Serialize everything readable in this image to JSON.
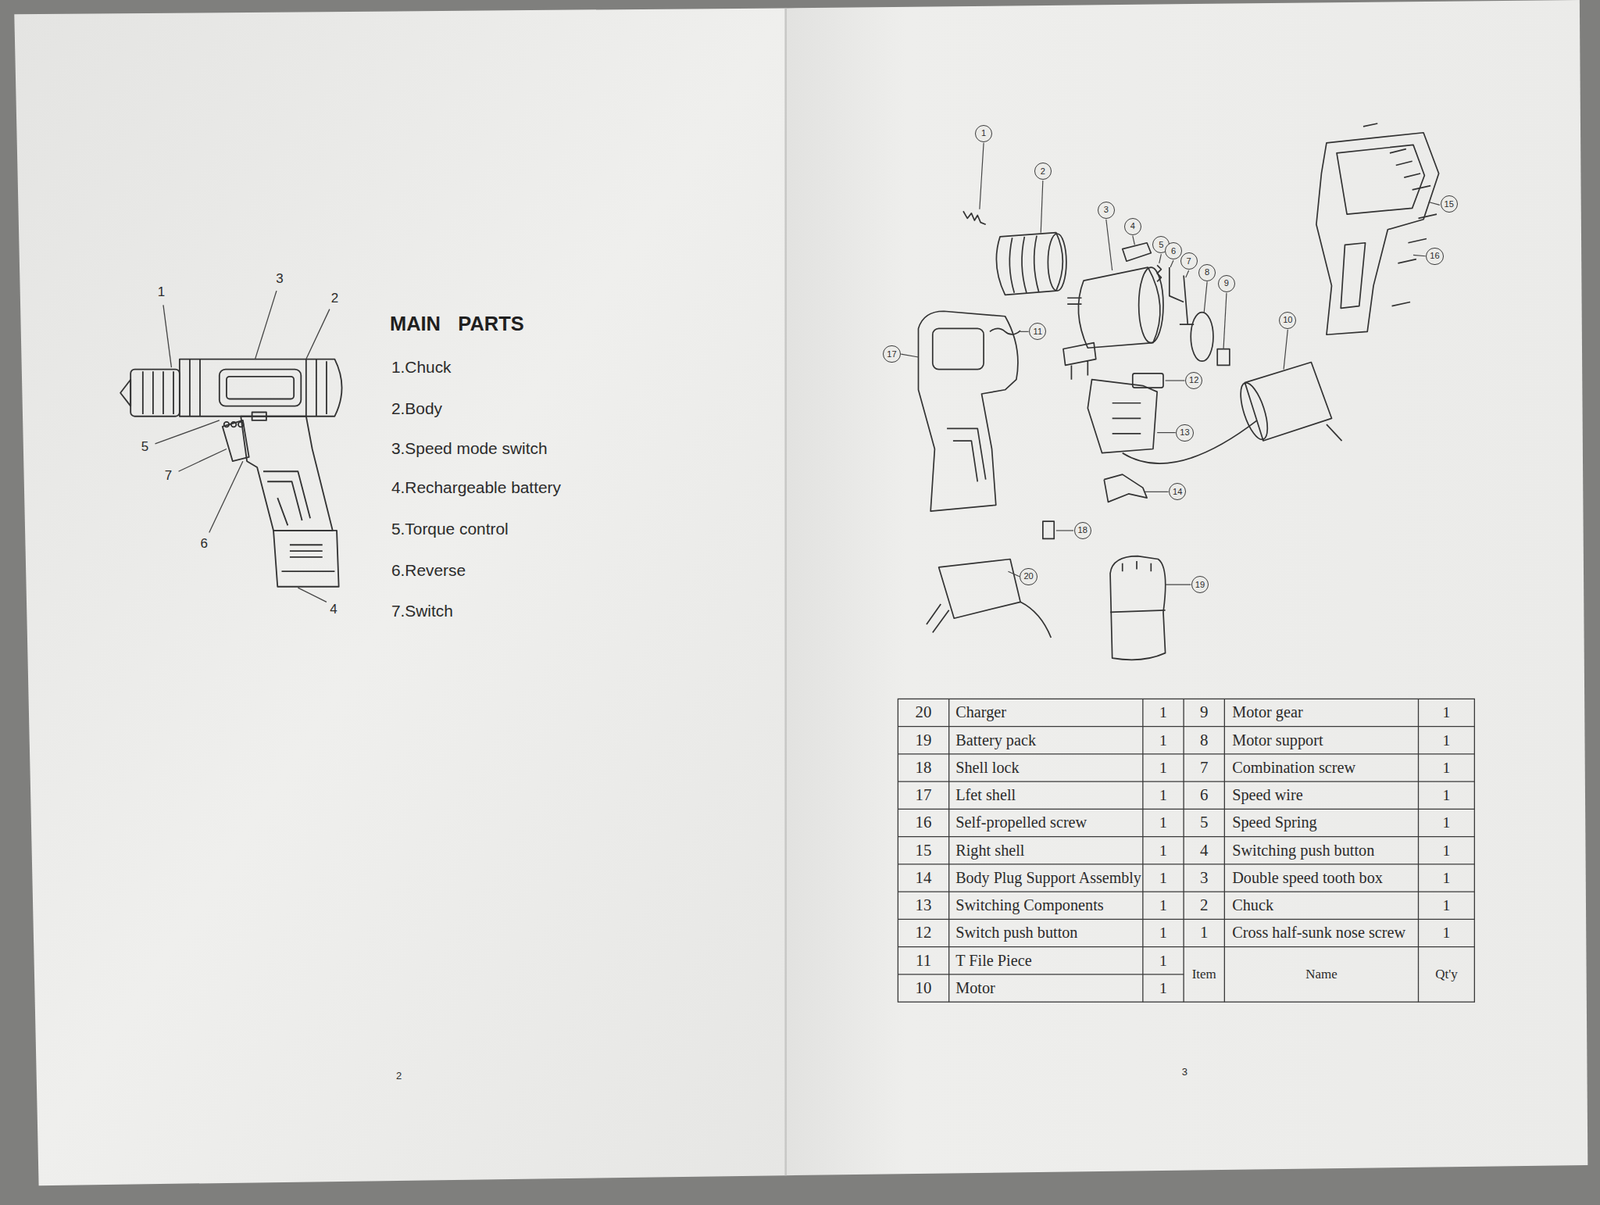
{
  "diagram": {
    "title": "MAIN PARTS",
    "nodes": [
      {
        "text": [
          "1"
        ]
      },
      {
        "text": [
          "2"
        ]
      },
      {
        "text": [
          "3"
        ]
      },
      {
        "text": [
          "4"
        ]
      },
      {
        "text": [
          "5"
        ]
      },
      {
        "text": [
          "6"
        ]
      },
      {
        "text": [
          "7"
        ]
      },
      {
        "text": [
          "8"
        ]
      },
      {
        "text": [
          "9"
        ]
      },
      {
        "text": [
          "10"
        ]
      },
      {
        "text": [
          "11"
        ]
      },
      {
        "text": [
          "12"
        ]
      },
      {
        "text": [
          "13"
        ]
      },
      {
        "text": [
          "14"
        ]
      },
      {
        "text": [
          "15"
        ]
      },
      {
        "text": [
          "16"
        ]
      },
      {
        "text": [
          "17"
        ]
      },
      {
        "text": [
          "18"
        ]
      },
      {
        "text": [
          "19"
        ]
      },
      {
        "text": [
          "20"
        ]
      }
    ],
    "labels": [
      "1",
      "3",
      "2",
      "5",
      "7",
      "6",
      "4",
      "1.Chuck",
      "2.Body",
      "3.Speed mode switch",
      "4.Rechargeable battery",
      "5.Torque control",
      "6.Reverse",
      "7.Switch",
      "20",
      "Charger",
      "1",
      "9",
      "Motor gear",
      "1",
      "19",
      "Battery pack",
      "1",
      "8",
      "Motor support",
      "1",
      "18",
      "Shell lock",
      "1",
      "7",
      "Combination screw",
      "1",
      "17",
      "Lfet shell",
      "1",
      "6",
      "Speed wire",
      "1",
      "16",
      "Self-propelled screw",
      "1",
      "5",
      "Speed Spring",
      "1",
      "15",
      "Right shell",
      "1",
      "4",
      "Switching push button",
      "1",
      "14",
      "Body Plug Support Assembly",
      "1",
      "3",
      "Double speed tooth box",
      "1",
      "13",
      "Switching Components",
      "1",
      "2",
      "Chuck",
      "1",
      "12",
      "Switch push button",
      "1",
      "1",
      "Cross half-sunk nose screw",
      "1",
      "11",
      "T File Piece",
      "1",
      "10",
      "Motor",
      "1",
      "Item",
      "Name",
      "Qt'y",
      "2",
      "3"
    ]
  }
}
